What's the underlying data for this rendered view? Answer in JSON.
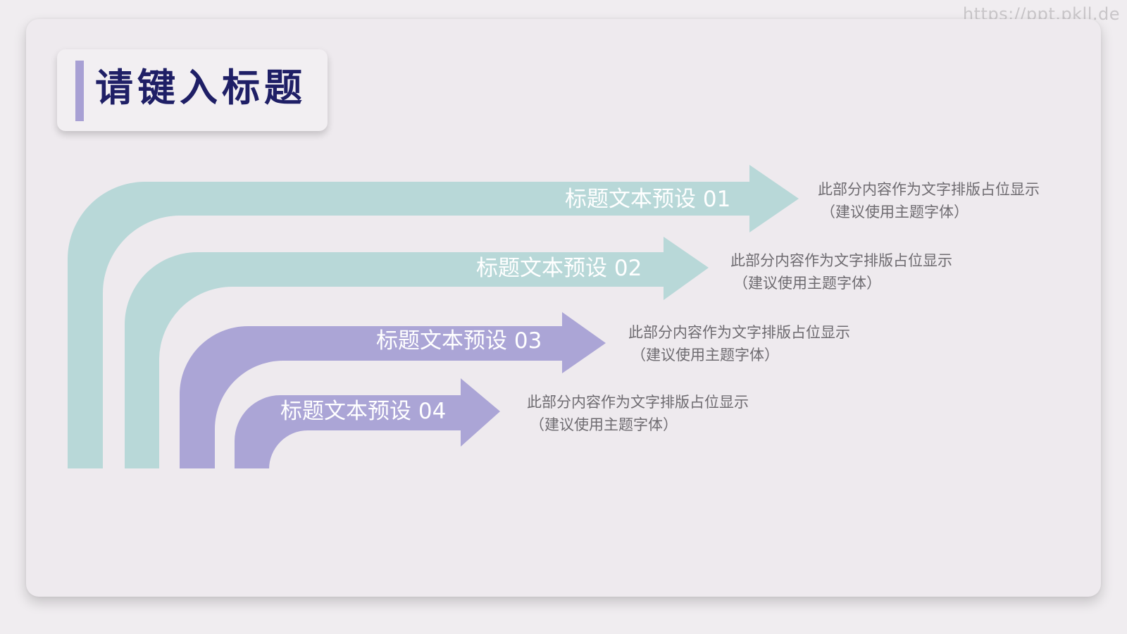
{
  "watermark": "https://ppt.pkll.de",
  "title": "请键入标题",
  "colors": {
    "teal": "#b8d8d8",
    "purple": "#aba5d6",
    "title_accent": "#a8a0d4",
    "title_text": "#1f1f66"
  },
  "steps": [
    {
      "label": "标题文本预设 01",
      "desc_line1": "此部分内容作为文字排版占位显示",
      "desc_line2": "（建议使用主题字体）",
      "color": "#b8d8d8"
    },
    {
      "label": "标题文本预设 02",
      "desc_line1": "此部分内容作为文字排版占位显示",
      "desc_line2": "（建议使用主题字体）",
      "color": "#b8d8d8"
    },
    {
      "label": "标题文本预设 03",
      "desc_line1": "此部分内容作为文字排版占位显示",
      "desc_line2": "（建议使用主题字体）",
      "color": "#aba5d6"
    },
    {
      "label": "标题文本预设 04",
      "desc_line1": "此部分内容作为文字排版占位显示",
      "desc_line2": "（建议使用主题字体）",
      "color": "#aba5d6"
    }
  ]
}
